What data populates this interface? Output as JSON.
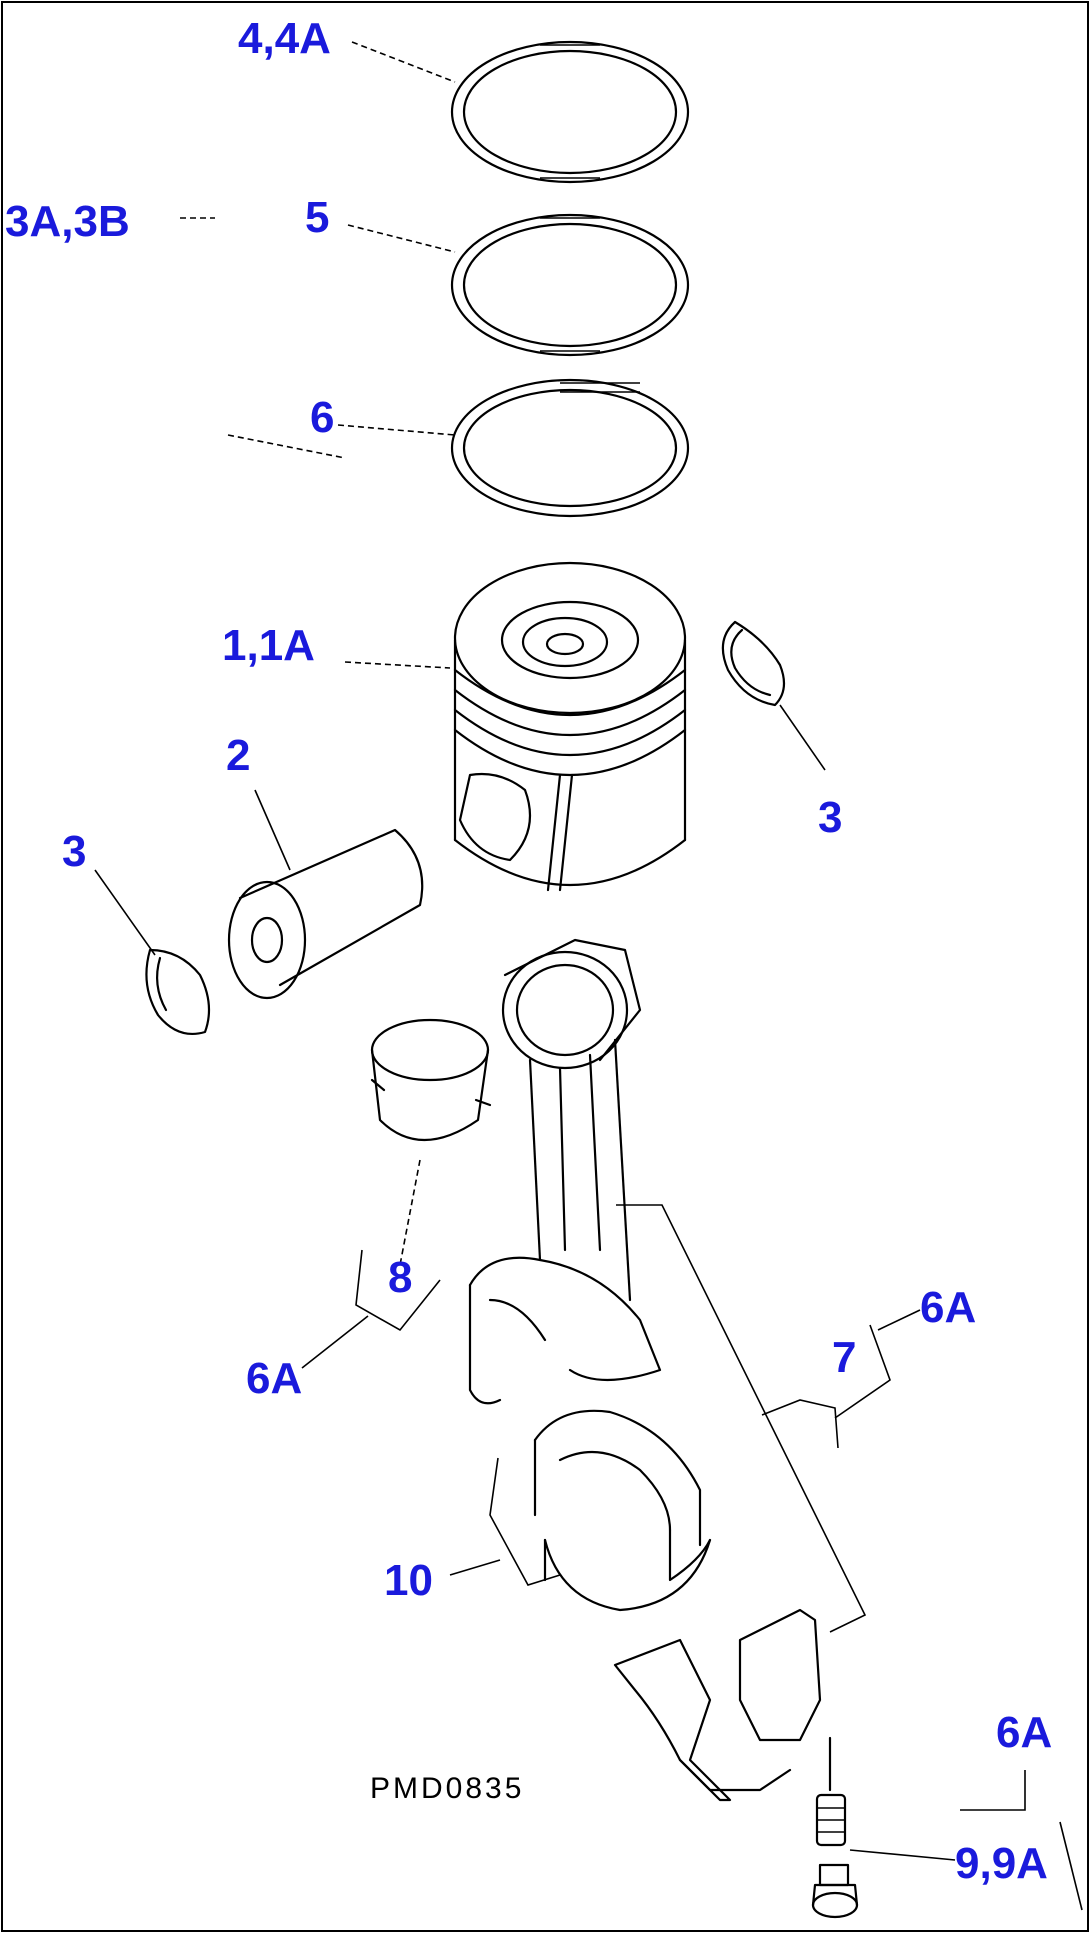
{
  "callouts": {
    "ring_top": "4,4A",
    "ring_top_alt": "3A,3B",
    "ring_second": "5",
    "ring_oil": "6",
    "piston": "1,1A",
    "piston_pin": "2",
    "snap_ring_left": "3",
    "snap_ring_right": "3",
    "bushing": "8",
    "bushing_ref": "6A",
    "con_rod": "7",
    "con_rod_ref": "6A",
    "bearing": "10",
    "bolt": "9,9A",
    "bolt_ref": "6A"
  },
  "drawing_code": "PMD0835",
  "colors": {
    "callout": "#1a1adc",
    "linework": "#000000",
    "background": "#ffffff"
  }
}
